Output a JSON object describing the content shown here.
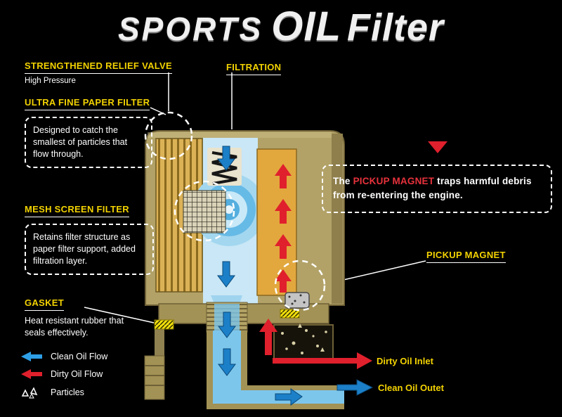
{
  "logo": {
    "word1": "SPORTS",
    "word2": "OIL",
    "word3": "Filter"
  },
  "callouts": {
    "relief_valve": {
      "title": "STRENGTHENED RELIEF VALVE",
      "subtitle": "High Pressure"
    },
    "filtration": {
      "title": "FILTRATION"
    },
    "paper_filter": {
      "title": "ULTRA FINE PAPER FILTER",
      "body": "Designed to catch the smallest of particles that flow through."
    },
    "mesh_filter": {
      "title": "MESH SCREEN FILTER",
      "body": "Retains filter structure as paper filter support, added filtration layer."
    },
    "gasket": {
      "title": "GASKET",
      "body": "Heat resistant rubber that seals effectively."
    },
    "magnet_note": {
      "lead": "The ",
      "highlight": "PICKUP MAGNET",
      "rest": " traps harmful debris from re-entering the engine."
    },
    "pickup_magnet": {
      "title": "PICKUP MAGNET"
    }
  },
  "legend": {
    "items": [
      {
        "name": "clean-oil-flow",
        "label": "Clean Oil Flow"
      },
      {
        "name": "dirty-oil-flow",
        "label": "Dirty Oil Flow"
      },
      {
        "name": "particles",
        "label": "Particles"
      }
    ]
  },
  "flow_labels": {
    "dirty_inlet": "Dirty Oil Inlet",
    "clean_outlet": "Clean Oil Outet"
  },
  "colors": {
    "background": "#000000",
    "label_yellow": "#f2d200",
    "accent_red": "#e0202c",
    "accent_blue": "#2e9fe6",
    "body_tan": "#b2a268",
    "filter_orange": "#e2a83e",
    "paper_gold": "#dcb257",
    "clean_oil_blue": "#7cc6ec"
  }
}
